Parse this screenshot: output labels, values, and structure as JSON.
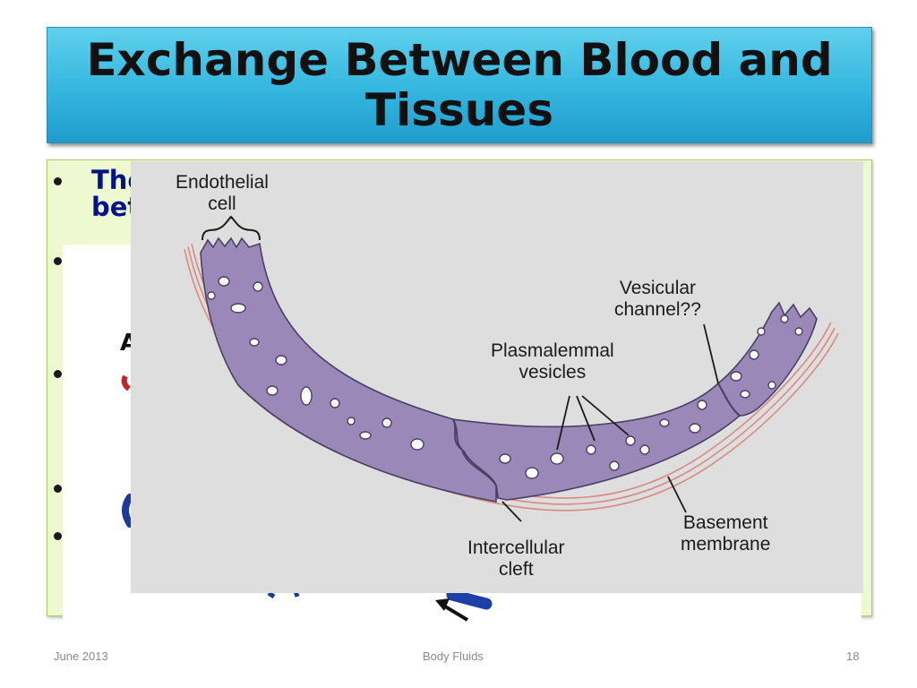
{
  "slide": {
    "title": "Exchange Between Blood and Tissues",
    "bullet_fragment_line1": "The",
    "bullet_fragment_line2": "bet",
    "fragment_a": "A"
  },
  "diagram": {
    "labels": {
      "endothelial_cell": [
        "Endothelial",
        "cell"
      ],
      "vesicular_channel": [
        "Vesicular",
        "channel??"
      ],
      "plasmalemmal_vesicles": [
        "Plasmalemmal",
        "vesicles"
      ],
      "basement_membrane": [
        "Basement",
        "membrane"
      ],
      "intercellular_cleft": [
        "Intercellular",
        "cleft"
      ]
    },
    "colors": {
      "cell_fill": "#9a88b8",
      "cell_stroke": "#4a3f63",
      "membrane": "#d98a7e",
      "panel": "#dedede"
    }
  },
  "footer": {
    "date": "June 2013",
    "topic": "Body Fluids",
    "page": "18"
  }
}
